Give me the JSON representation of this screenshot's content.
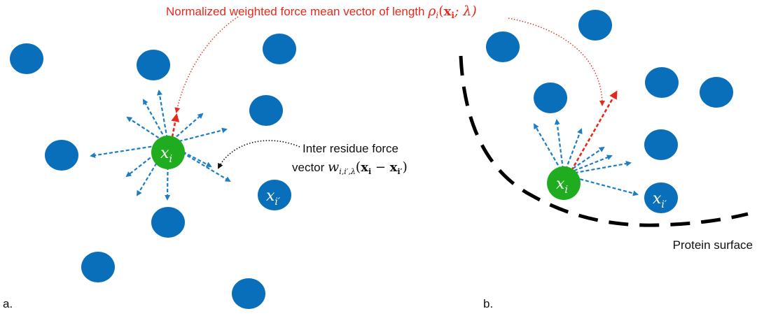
{
  "colors": {
    "residue": "#0a6fba",
    "focus_residue": "#1fad1f",
    "residue_label": "#ffffff",
    "force_arrow": "#1e7ec4",
    "mean_arrow": "#e8281d",
    "annotation_red": "#e8281d",
    "annotation_black": "#111111",
    "surface": "#000000"
  },
  "annotations": {
    "mean_vector_text": "Normalized weighted force mean vector of length ",
    "mean_vector_rho": "ρ",
    "mean_vector_sub": "i",
    "mean_vector_args_open": "(",
    "mean_vector_x": "x",
    "mean_vector_x_sub": "i",
    "mean_vector_args_rest": "; λ)",
    "force_line1": "Inter residue force",
    "force_line2_text": "vector ",
    "force_w": "w",
    "force_w_sub": "i,i′,λ",
    "force_paren_open": "(",
    "force_x1": "x",
    "force_x1_sub": "i",
    "force_minus": " − ",
    "force_x2": "x",
    "force_x2_sub": "i′",
    "force_paren_close": ")",
    "surface_label": "Protein surface"
  },
  "panels": {
    "a_label": "a.",
    "b_label": "b."
  },
  "residue_labels": {
    "focus_main": "x",
    "focus_sub": "i",
    "neighbor_main": "x",
    "neighbor_sub": "i′"
  }
}
